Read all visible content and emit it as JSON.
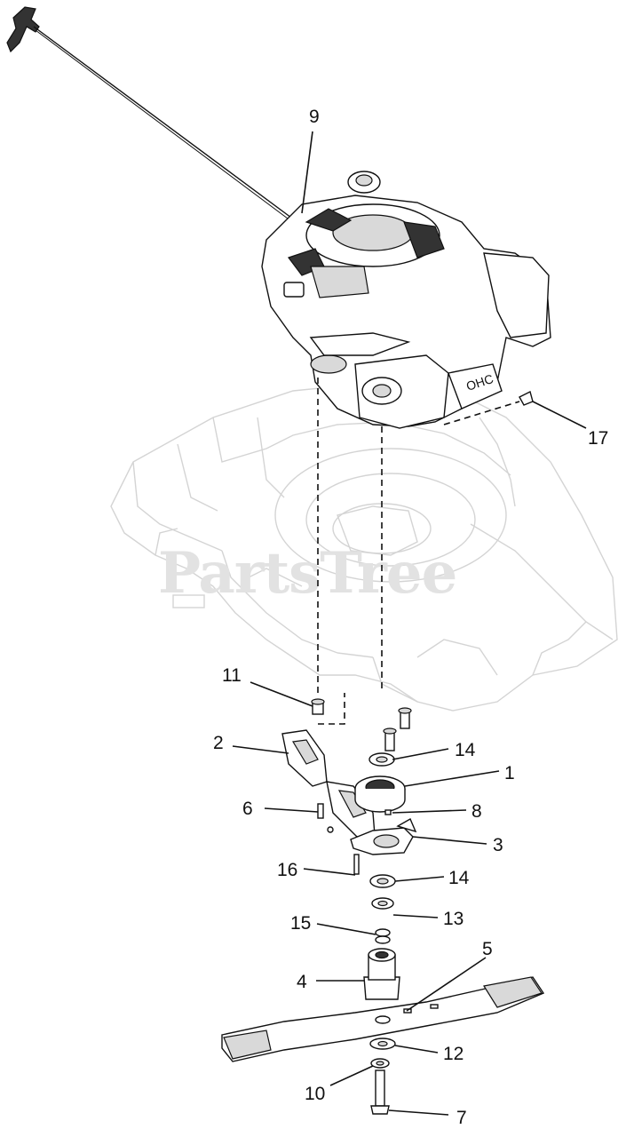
{
  "watermark": "PartsTree",
  "callouts": [
    {
      "id": "engine",
      "label": "9"
    },
    {
      "id": "bolt-17",
      "label": "17"
    },
    {
      "id": "bolt-11",
      "label": "11"
    },
    {
      "id": "baffle-2",
      "label": "2"
    },
    {
      "id": "washer-14-top",
      "label": "14"
    },
    {
      "id": "adapter-1",
      "label": "1"
    },
    {
      "id": "screw-6",
      "label": "6"
    },
    {
      "id": "key-8",
      "label": "8"
    },
    {
      "id": "bracket-3",
      "label": "3"
    },
    {
      "id": "pin-16",
      "label": "16"
    },
    {
      "id": "washer-14-bottom",
      "label": "14"
    },
    {
      "id": "washer-13",
      "label": "13"
    },
    {
      "id": "washer-15",
      "label": "15"
    },
    {
      "id": "blade-5",
      "label": "5"
    },
    {
      "id": "hub-4",
      "label": "4"
    },
    {
      "id": "washer-12",
      "label": "12"
    },
    {
      "id": "washer-10",
      "label": "10"
    },
    {
      "id": "blade-bolt-7",
      "label": "7"
    }
  ]
}
